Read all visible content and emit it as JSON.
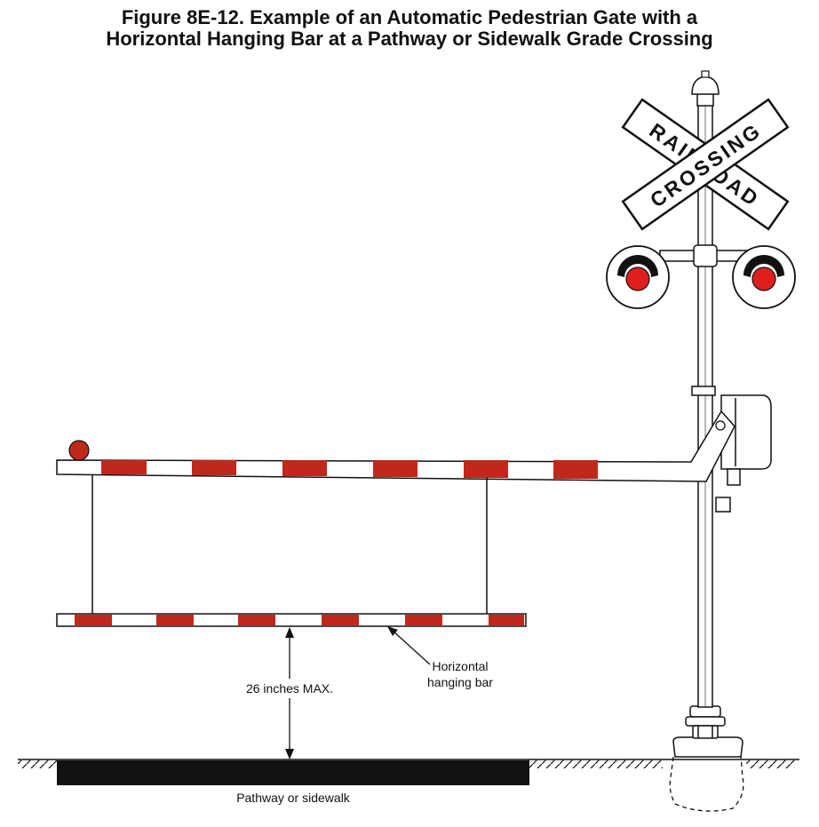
{
  "figure": {
    "title_line1": "Figure 8E-12.  Example of an Automatic Pedestrian Gate with a",
    "title_line2": "Horizontal Hanging Bar at a Pathway or Sidewalk Grade Crossing"
  },
  "sign": {
    "word1": "RAILROAD",
    "word2": "CROSSING"
  },
  "labels": {
    "hanging_bar_line1": "Horizontal",
    "hanging_bar_line2": "hanging bar",
    "dimension": "26 inches MAX.",
    "pathway": "Pathway or sidewalk"
  },
  "colors": {
    "stripe_red": "#c0281c",
    "light_red": "#e01e1e",
    "ink": "#111111"
  }
}
